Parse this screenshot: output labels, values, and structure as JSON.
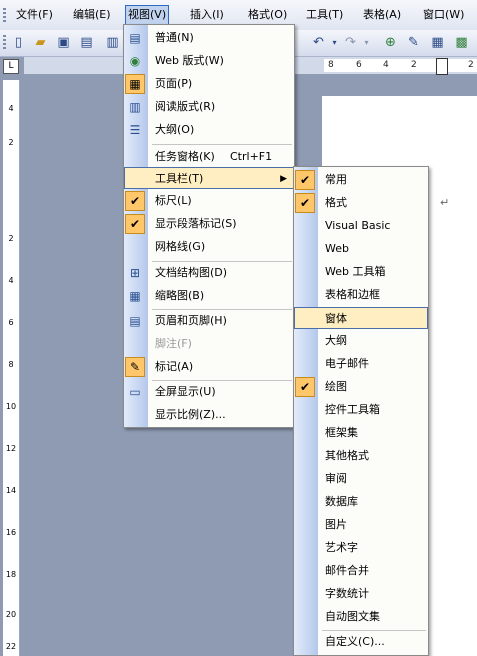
{
  "menubar": {
    "items": [
      "文件(F)",
      "编辑(E)",
      "视图(V)",
      "插入(I)",
      "格式(O)",
      "工具(T)",
      "表格(A)",
      "窗口(W)"
    ]
  },
  "ruler": {
    "h_numbers": [
      "8",
      "6",
      "4",
      "2",
      "2"
    ],
    "v_numbers": [
      "4",
      "2",
      "2",
      "4",
      "6",
      "8",
      "10",
      "12",
      "14",
      "16",
      "18",
      "20",
      "22"
    ],
    "corner": "L"
  },
  "view_menu": {
    "items": [
      {
        "label": "普通(N)",
        "icon": "normal-view-icon",
        "glyph": "▤"
      },
      {
        "label": "Web 版式(W)",
        "icon": "web-layout-icon",
        "glyph": "◉"
      },
      {
        "label": "页面(P)",
        "icon": "page-view-icon",
        "glyph": "▦",
        "checked": true
      },
      {
        "label": "阅读版式(R)",
        "icon": "reading-layout-icon",
        "glyph": "▥"
      },
      {
        "label": "大纲(O)",
        "icon": "outline-icon",
        "glyph": "☰"
      },
      {
        "label": "任务窗格(K)",
        "accel": "Ctrl+F1"
      },
      {
        "label": "工具栏(T)",
        "submenu": true
      },
      {
        "label": "标尺(L)",
        "checkmark": true
      },
      {
        "label": "显示段落标记(S)",
        "checkmark": true
      },
      {
        "label": "网格线(G)"
      },
      {
        "label": "文档结构图(D)",
        "icon": "document-map-icon",
        "glyph": "⊞"
      },
      {
        "label": "缩略图(B)",
        "icon": "thumbnails-icon",
        "glyph": "▦"
      },
      {
        "label": "页眉和页脚(H)",
        "icon": "header-footer-icon",
        "glyph": "▤"
      },
      {
        "label": "脚注(F)",
        "disabled": true
      },
      {
        "label": "标记(A)",
        "icon": "markup-icon",
        "glyph": "✎",
        "checked": true
      },
      {
        "label": "全屏显示(U)",
        "icon": "fullscreen-icon",
        "glyph": "▭"
      },
      {
        "label": "显示比例(Z)..."
      }
    ]
  },
  "toolbars_menu": {
    "items": [
      {
        "label": "常用",
        "checkmark": true
      },
      {
        "label": "格式",
        "checkmark": true
      },
      {
        "label": "Visual Basic"
      },
      {
        "label": "Web"
      },
      {
        "label": "Web 工具箱"
      },
      {
        "label": "表格和边框"
      },
      {
        "label": "窗体",
        "highlighted": true
      },
      {
        "label": "大纲"
      },
      {
        "label": "电子邮件"
      },
      {
        "label": "绘图",
        "checkmark": true
      },
      {
        "label": "控件工具箱"
      },
      {
        "label": "框架集"
      },
      {
        "label": "其他格式"
      },
      {
        "label": "审阅"
      },
      {
        "label": "数据库"
      },
      {
        "label": "图片"
      },
      {
        "label": "艺术字"
      },
      {
        "label": "邮件合并"
      },
      {
        "label": "字数统计"
      },
      {
        "label": "自动图文集"
      },
      {
        "label": "自定义(C)..."
      }
    ]
  },
  "document": {
    "paragraph_mark": "↵"
  }
}
